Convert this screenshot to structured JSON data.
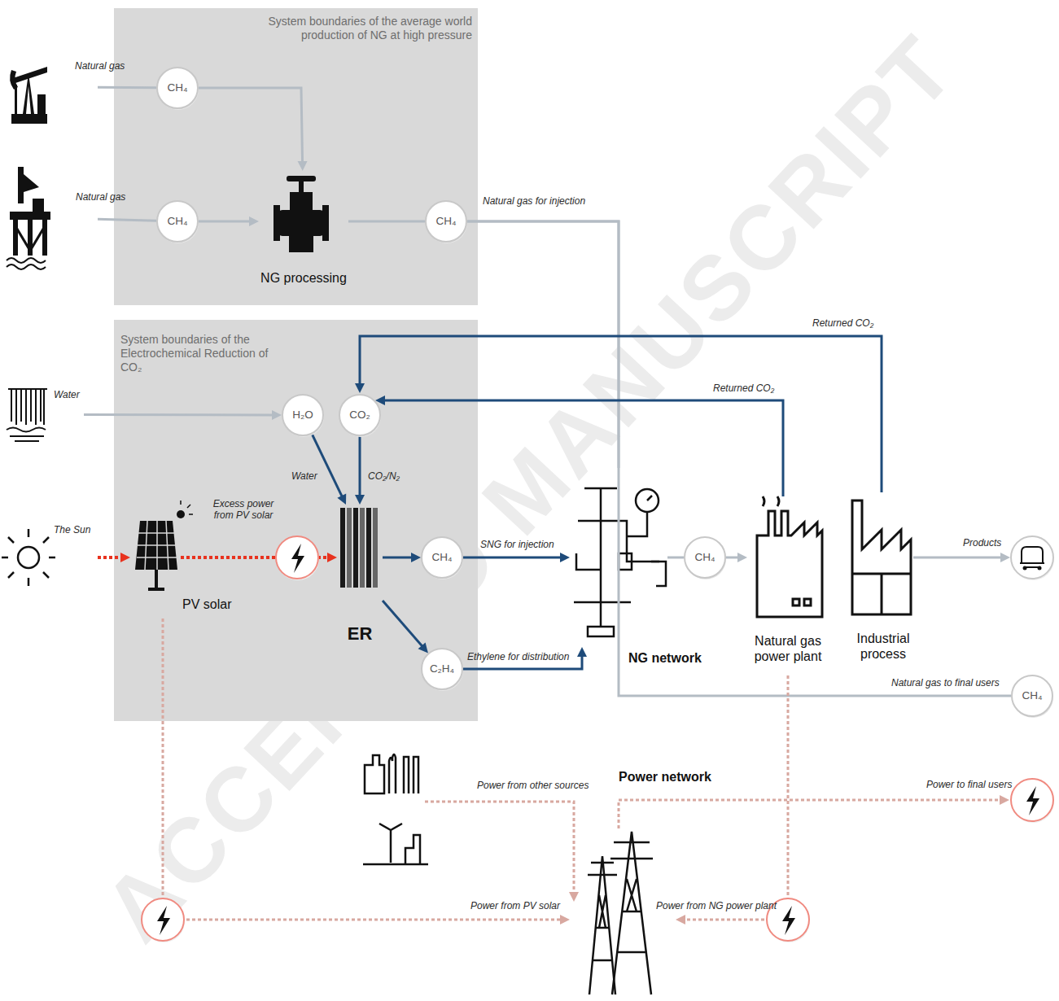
{
  "diagram": {
    "nodes": [
      {
        "text": [
          "System boundaries of the average world production of NG at high pressure"
        ]
      },
      {
        "text": [
          "System boundaries of the Electrochemical Reduction of CO₂"
        ]
      },
      {
        "text": [
          "Natural gas"
        ]
      },
      {
        "text": [
          "CH₄"
        ],
        "in": 0
      },
      {
        "text": [
          "Natural gas"
        ]
      },
      {
        "text": [
          "CH₄"
        ],
        "in": 0
      },
      {
        "text": [
          "NG processing"
        ],
        "in": 0
      },
      {
        "text": [
          "CH₄"
        ],
        "in": 0
      },
      {
        "text": [
          "Water"
        ]
      },
      {
        "text": [
          "H₂O"
        ],
        "in": 1
      },
      {
        "text": [
          "CO₂"
        ],
        "in": 1
      },
      {
        "text": [
          "The Sun"
        ]
      },
      {
        "text": [
          "PV solar"
        ],
        "in": 1
      },
      {
        "text": [
          "ER"
        ],
        "in": 1
      },
      {
        "text": [
          "CH₄"
        ],
        "in": 1
      },
      {
        "text": [
          "C₂H₄"
        ],
        "in": 1
      },
      {
        "text": [
          "NG network"
        ]
      },
      {
        "text": [
          "CH₄"
        ]
      },
      {
        "text": [
          "Natural gas power plant"
        ]
      },
      {
        "text": [
          "Industrial process"
        ]
      },
      {
        "text": [
          "CH₄"
        ]
      },
      {
        "text": [
          "Power network"
        ]
      }
    ],
    "edges": [
      {
        "from": 2,
        "to": 3,
        "arrow": "none"
      },
      {
        "from": 3,
        "to": 6,
        "arrow": "to"
      },
      {
        "from": 4,
        "to": 5,
        "arrow": "none"
      },
      {
        "from": 5,
        "to": 6,
        "arrow": "to"
      },
      {
        "from": 6,
        "to": 7,
        "arrow": "none"
      },
      {
        "from": 7,
        "to": 16,
        "label": "Natural gas for injection",
        "arrow": "none"
      },
      {
        "from": 7,
        "to": 20,
        "label": "Natural gas to final users",
        "arrow": "none"
      },
      {
        "from": 8,
        "to": 9,
        "arrow": "to"
      },
      {
        "from": 9,
        "to": 13,
        "label": "Water",
        "arrow": "to"
      },
      {
        "from": 10,
        "to": 13,
        "label": "CO₂/N₂",
        "arrow": "to"
      },
      {
        "from": 11,
        "to": 12,
        "arrow": "to"
      },
      {
        "from": 12,
        "to": 13,
        "label": "Excess power from PV solar",
        "arrow": "to"
      },
      {
        "from": 13,
        "to": 14,
        "arrow": "to"
      },
      {
        "from": 13,
        "to": 15,
        "arrow": "to"
      },
      {
        "from": 14,
        "to": 16,
        "label": "SNG for injection",
        "arrow": "to"
      },
      {
        "from": 15,
        "to": 16,
        "label": "Ethylene for distribution",
        "arrow": "to"
      },
      {
        "from": 16,
        "to": 17,
        "arrow": "none"
      },
      {
        "from": 17,
        "to": 18,
        "arrow": "to"
      },
      {
        "from": 18,
        "to": 10,
        "label": "Returned CO₂",
        "arrow": "to"
      },
      {
        "from": 19,
        "to": 10,
        "label": "Returned CO₂",
        "arrow": "to"
      },
      {
        "from": 12,
        "to": 21,
        "label": "Power from PV solar",
        "arrow": "to"
      },
      {
        "from": 18,
        "to": 21,
        "label": "Power from NG power plant",
        "arrow": "to"
      }
    ],
    "labels": [
      "Products",
      "Power from other sources",
      "Power to final users",
      "ACCEPTED MANUSCRIPT"
    ]
  }
}
